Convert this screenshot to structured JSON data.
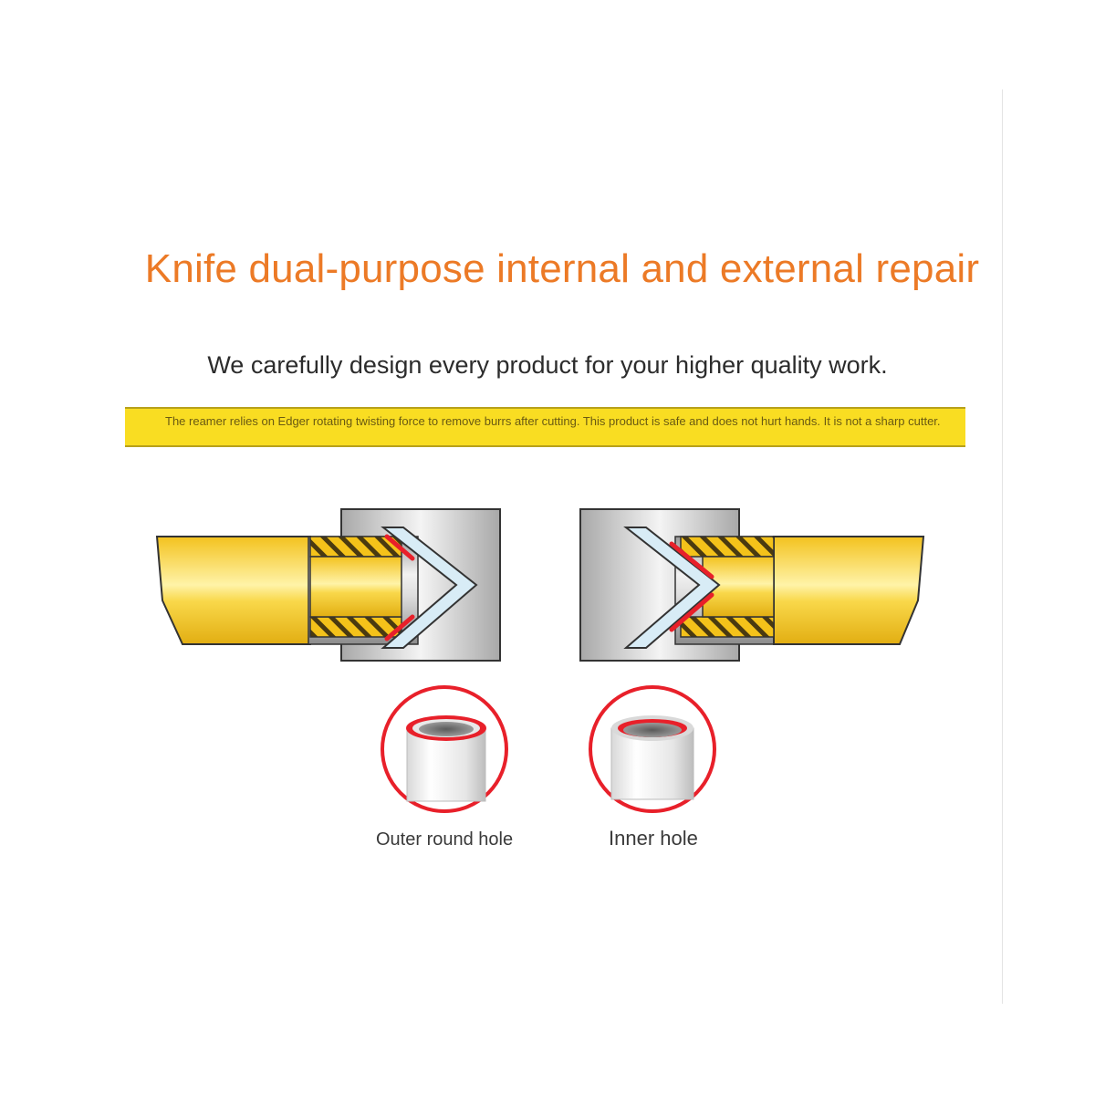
{
  "title": "Knife dual-purpose internal and external repair",
  "subtitle": "We carefully design every product for your higher quality work.",
  "banner": {
    "text": "The reamer relies on Edger rotating twisting force to remove burrs after cutting. This product is safe and does not hurt hands. It is not a sharp cutter."
  },
  "captions": {
    "outer": "Outer round hole",
    "inner": "Inner hole"
  },
  "colors": {
    "title": "#ec7a26",
    "pipe_yellow": "#f7cf2b",
    "banner_yellow": "#f9dd22",
    "highlight_red": "#e8202a",
    "tool_silver": "#c9c9c9"
  }
}
